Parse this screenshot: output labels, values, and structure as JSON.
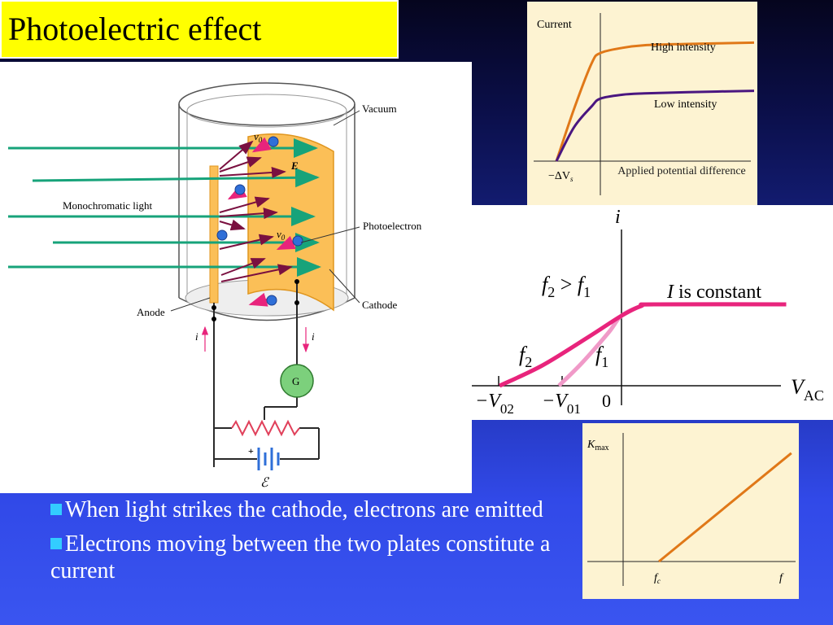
{
  "title": "Photoelectric effect",
  "apparatus": {
    "labels": {
      "vacuum": "Vacuum",
      "light": "Monochromatic light",
      "photoelectron": "Photoelectron",
      "cathode": "Cathode",
      "anode": "Anode",
      "v0": "v",
      "v0_sub": "0",
      "efield": "E",
      "current": "i",
      "galvanometer": "G",
      "emf": "ℰ",
      "plus": "+"
    },
    "colors": {
      "plate": "#fbbf57",
      "ray": "#17a37a",
      "electron": "#2f6fd8",
      "wire": "#2a2a2a",
      "resistor": "#e0405a"
    }
  },
  "bullets": [
    "When light strikes the cathode, electrons are emitted",
    "Electrons moving between the two plates constitute a current"
  ],
  "chart_data": [
    {
      "type": "line",
      "title": "",
      "xlabel": "Applied potential difference",
      "ylabel": "Current",
      "x_tick_label": "−ΔV",
      "x_tick_sub": "s",
      "series": [
        {
          "name": "High intensity",
          "color": "#e07818",
          "x": [
            -1,
            -0.6,
            -0.2,
            0,
            0.5,
            1,
            2,
            3.5
          ],
          "y": [
            0,
            0.4,
            0.75,
            0.83,
            0.87,
            0.89,
            0.9,
            0.91
          ]
        },
        {
          "name": "Low intensity",
          "color": "#4a1680",
          "x": [
            -1,
            -0.6,
            -0.2,
            0,
            0.5,
            1,
            2,
            3.5
          ],
          "y": [
            0,
            0.26,
            0.42,
            0.48,
            0.51,
            0.52,
            0.53,
            0.54
          ]
        }
      ]
    },
    {
      "type": "line",
      "ylabel": "i",
      "xlabel": "V",
      "xlabel_sub": "AC",
      "annotation": {
        "text_italic": "I",
        "text": " is constant"
      },
      "relation": {
        "a": "f",
        "a_sub": "2",
        "op": " > ",
        "b": "f",
        "b_sub": "1"
      },
      "x_ticks": [
        {
          "label": "−V",
          "sub": "02",
          "value": -1.85
        },
        {
          "label": "−V",
          "sub": "01",
          "value": -0.95
        },
        {
          "label": "0",
          "sub": "",
          "value": 0
        }
      ],
      "series": [
        {
          "name": "f",
          "name_sub": "2",
          "color": "#e8247c",
          "x": [
            -1.85,
            -1.2,
            -0.5,
            0,
            0.3,
            0.5,
            2.5
          ],
          "y": [
            0,
            0.25,
            0.6,
            0.86,
            0.98,
            1.0,
            1.0
          ]
        },
        {
          "name": "f",
          "name_sub": "1",
          "color": "#f09ac8",
          "x": [
            -0.95,
            -0.6,
            -0.2,
            0,
            0.3,
            0.5,
            2.5
          ],
          "y": [
            0,
            0.28,
            0.65,
            0.86,
            0.98,
            1.0,
            1.0
          ]
        }
      ]
    },
    {
      "type": "line",
      "ylabel": "K",
      "ylabel_sub": "max",
      "xlabel": "f",
      "x_tick_label": "f",
      "x_tick_sub": "c",
      "series": [
        {
          "name": "",
          "color": "#e07818",
          "x": [
            1,
            4.7
          ],
          "y": [
            0,
            3.7
          ]
        }
      ]
    }
  ]
}
